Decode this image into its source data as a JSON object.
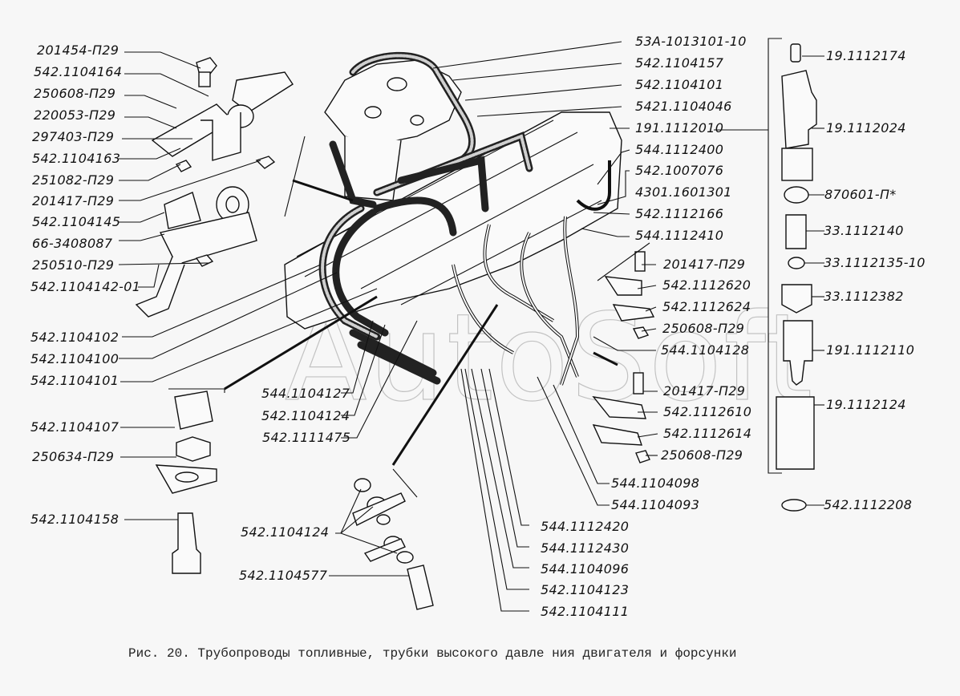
{
  "figure": {
    "caption": "Рис. 20. Трубопроводы топливные, трубки высокого давле ния двигателя и форсунки",
    "watermark": "AutoSoft"
  },
  "labels": {
    "left": [
      "201454-П29",
      "542.1104164",
      "250608-П29",
      "220053-П29",
      "297403-П29",
      "542.1104163",
      "251082-П29",
      "201417-П29",
      "542.1104145",
      "66-3408087",
      "250510-П29",
      "542.1104142-01",
      "542.1104102",
      "542.1104100",
      "542.1104101",
      "542.1104107",
      "250634-П29",
      "542.1104158"
    ],
    "top_right": [
      "53А-1013101-10",
      "542.1104157",
      "542.1104101",
      "5421.1104046",
      "191.1112010",
      "544.1112400",
      "542.1007076",
      "4301.1601301",
      "542.1112166",
      "544.1112410"
    ],
    "clamps_right": [
      "201417-П29",
      "542.1112620",
      "542.1112624",
      "250608-П29",
      "544.1104128",
      "201417-П29",
      "542.1112610",
      "542.1112614",
      "250608-П29"
    ],
    "injector": [
      "19.1112174",
      "19.1112024",
      "870601-П*",
      "33.1112140",
      "33.1112135-10",
      "33.1112382",
      "191.1112110",
      "19.1112124",
      "542.1112208"
    ],
    "center": [
      "544.1104127",
      "542.1104124",
      "542.1111475"
    ],
    "bottom_center": [
      "542.1104124",
      "542.1104577"
    ],
    "bottom_right": [
      "544.1104098",
      "544.1104093",
      "544.1112420",
      "544.1112430",
      "544.1104096",
      "542.1104123",
      "542.1104111"
    ]
  }
}
